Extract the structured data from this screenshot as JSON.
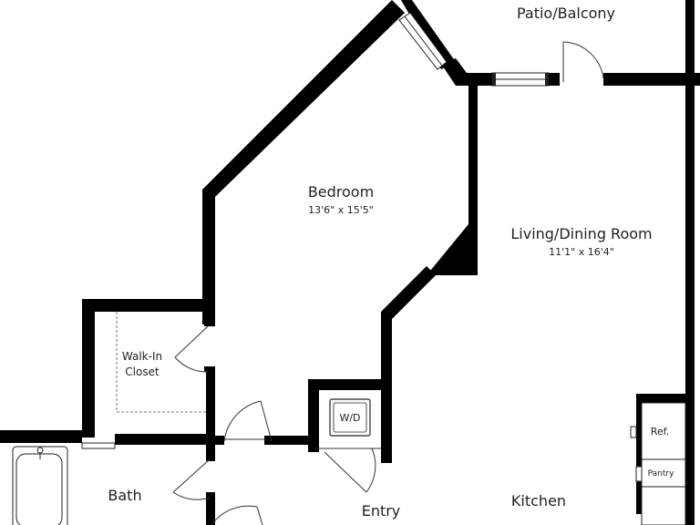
{
  "rooms": {
    "patio": {
      "name": "Patio/Balcony"
    },
    "bedroom": {
      "name": "Bedroom",
      "dims": "13'6\" x 15'5\""
    },
    "living": {
      "name": "Living/Dining Room",
      "dims": "11'1\" x 16'4\""
    },
    "closet": {
      "line1": "Walk-In",
      "line2": "Closet"
    },
    "bath": {
      "name": "Bath"
    },
    "entry": {
      "name": "Entry"
    },
    "kitchen": {
      "name": "Kitchen"
    }
  },
  "fixtures": {
    "washer_dryer": "W/D",
    "refrigerator": "Ref.",
    "pantry": "Pantry"
  }
}
